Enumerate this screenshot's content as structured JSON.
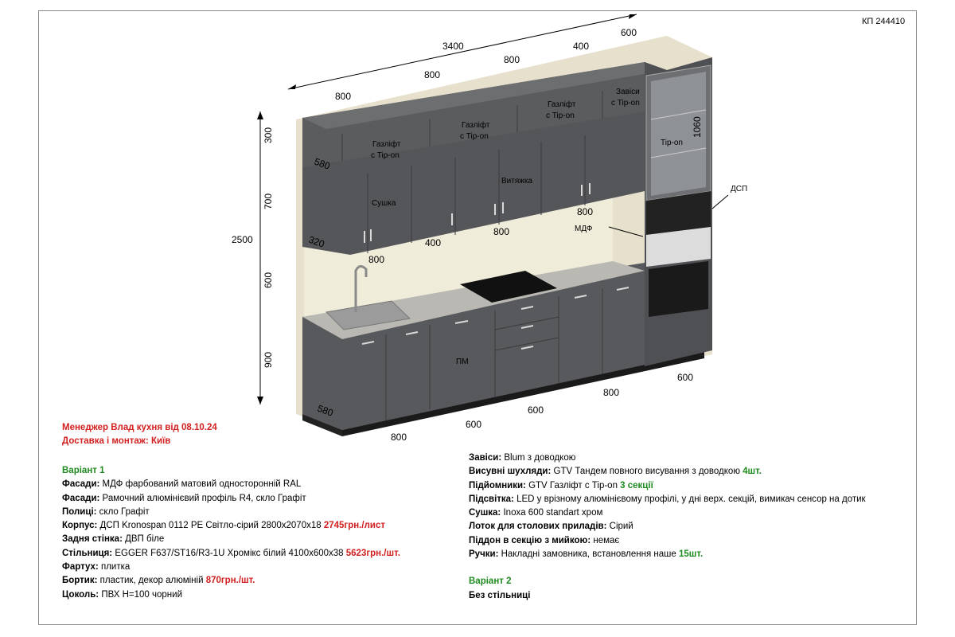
{
  "doc_id": "КП 244410",
  "dimensions": {
    "total_width": "3400",
    "top_800_a": "800",
    "top_800_b": "800",
    "top_800_c": "800",
    "top_400": "400",
    "top_600": "600",
    "height_total": "2500",
    "h_300": "300",
    "h_700": "700",
    "h_600": "600",
    "h_900": "900",
    "depth_580_top": "580",
    "depth_320": "320",
    "depth_580_bottom": "580",
    "h_1060": "1060",
    "mid_800_a": "800",
    "mid_400": "400",
    "mid_800_b": "800",
    "mid_800_c": "800",
    "bot_800_a": "800",
    "bot_600_a": "600",
    "bot_600_b": "600",
    "bot_800_b": "800",
    "bot_600_c": "600"
  },
  "labels": {
    "gaslift_1": [
      "Газліфт",
      "с Tip-on"
    ],
    "gaslift_2": [
      "Газліфт",
      "с Tip-on"
    ],
    "gaslift_3": [
      "Газліфт",
      "с Tip-on"
    ],
    "hinges": [
      "Завіси",
      "с Tip-on"
    ],
    "tipon": "Tip-on",
    "dryer": "Сушка",
    "hood": "Витяжка",
    "mdf": "МДФ",
    "dsp": "ДСП",
    "dishwasher": "ПМ"
  },
  "header": {
    "line1": "Менеджер Влад кухня від 08.10.24",
    "line2": "Доставка і монтаж: Київ"
  },
  "variant1": {
    "title": "Варіант 1",
    "rows": [
      {
        "label": "Фасади:",
        "text": " МДФ фарбований матовий односторонній RAL",
        "extra": "",
        "extra_color": ""
      },
      {
        "label": "Фасади:",
        "text": " Рамочний алюмінієвий профіль R4, скло Графіт",
        "extra": "",
        "extra_color": ""
      },
      {
        "label": "Полиці:",
        "text": " скло Графіт",
        "extra": "",
        "extra_color": ""
      },
      {
        "label": "Корпус:",
        "text": " ДСП Kronospan 0112 PE Світло-сірий 2800х2070х18 ",
        "extra": "2745грн./лист",
        "extra_color": "red"
      },
      {
        "label": "Задня стінка:",
        "text": " ДВП біле",
        "extra": "",
        "extra_color": ""
      },
      {
        "label": "Стільниця:",
        "text": " EGGER F637/ST16/R3-1U Хромікс білий 4100х600х38 ",
        "extra": "5623грн./шт.",
        "extra_color": "red"
      },
      {
        "label": "Фартух:",
        "text": " плитка",
        "extra": "",
        "extra_color": ""
      },
      {
        "label": "Бортик:",
        "text": " пластик, декор алюміній ",
        "extra": "870грн./шт.",
        "extra_color": "red"
      },
      {
        "label": "Цоколь:",
        "text": " ПВХ H=100 чорний",
        "extra": "",
        "extra_color": ""
      }
    ]
  },
  "variant1b": {
    "rows": [
      {
        "label": "Завіси:",
        "text": " Blum з доводкою",
        "extra": "",
        "extra_color": ""
      },
      {
        "label": "Висувні шухляди:",
        "text": " GTV Тандем повного висування з доводкою ",
        "extra": "4шт.",
        "extra_color": "green"
      },
      {
        "label": "Підйомники:",
        "text": " GTV Газліфт с Tip-on ",
        "extra": "3 секції",
        "extra_color": "green"
      },
      {
        "label": "Підсвітка:",
        "text": " LED у врізному алюмінієвому профілі, у дні верх. секцій, вимикач сенсор на дотик",
        "extra": "",
        "extra_color": ""
      },
      {
        "label": "Сушка:",
        "text": " Inoxa 600 standart хром",
        "extra": "",
        "extra_color": ""
      },
      {
        "label": "Лоток для столових приладів:",
        "text": " Сірий",
        "extra": "",
        "extra_color": ""
      },
      {
        "label": "Піддон в секцію з мийкою:",
        "text": " немає",
        "extra": "",
        "extra_color": ""
      },
      {
        "label": "Ручки:",
        "text": " Накладні замовника, встановлення наше ",
        "extra": "15шт.",
        "extra_color": "green"
      }
    ]
  },
  "variant2": {
    "title": "Варіант 2",
    "text": "Без стільниці"
  }
}
